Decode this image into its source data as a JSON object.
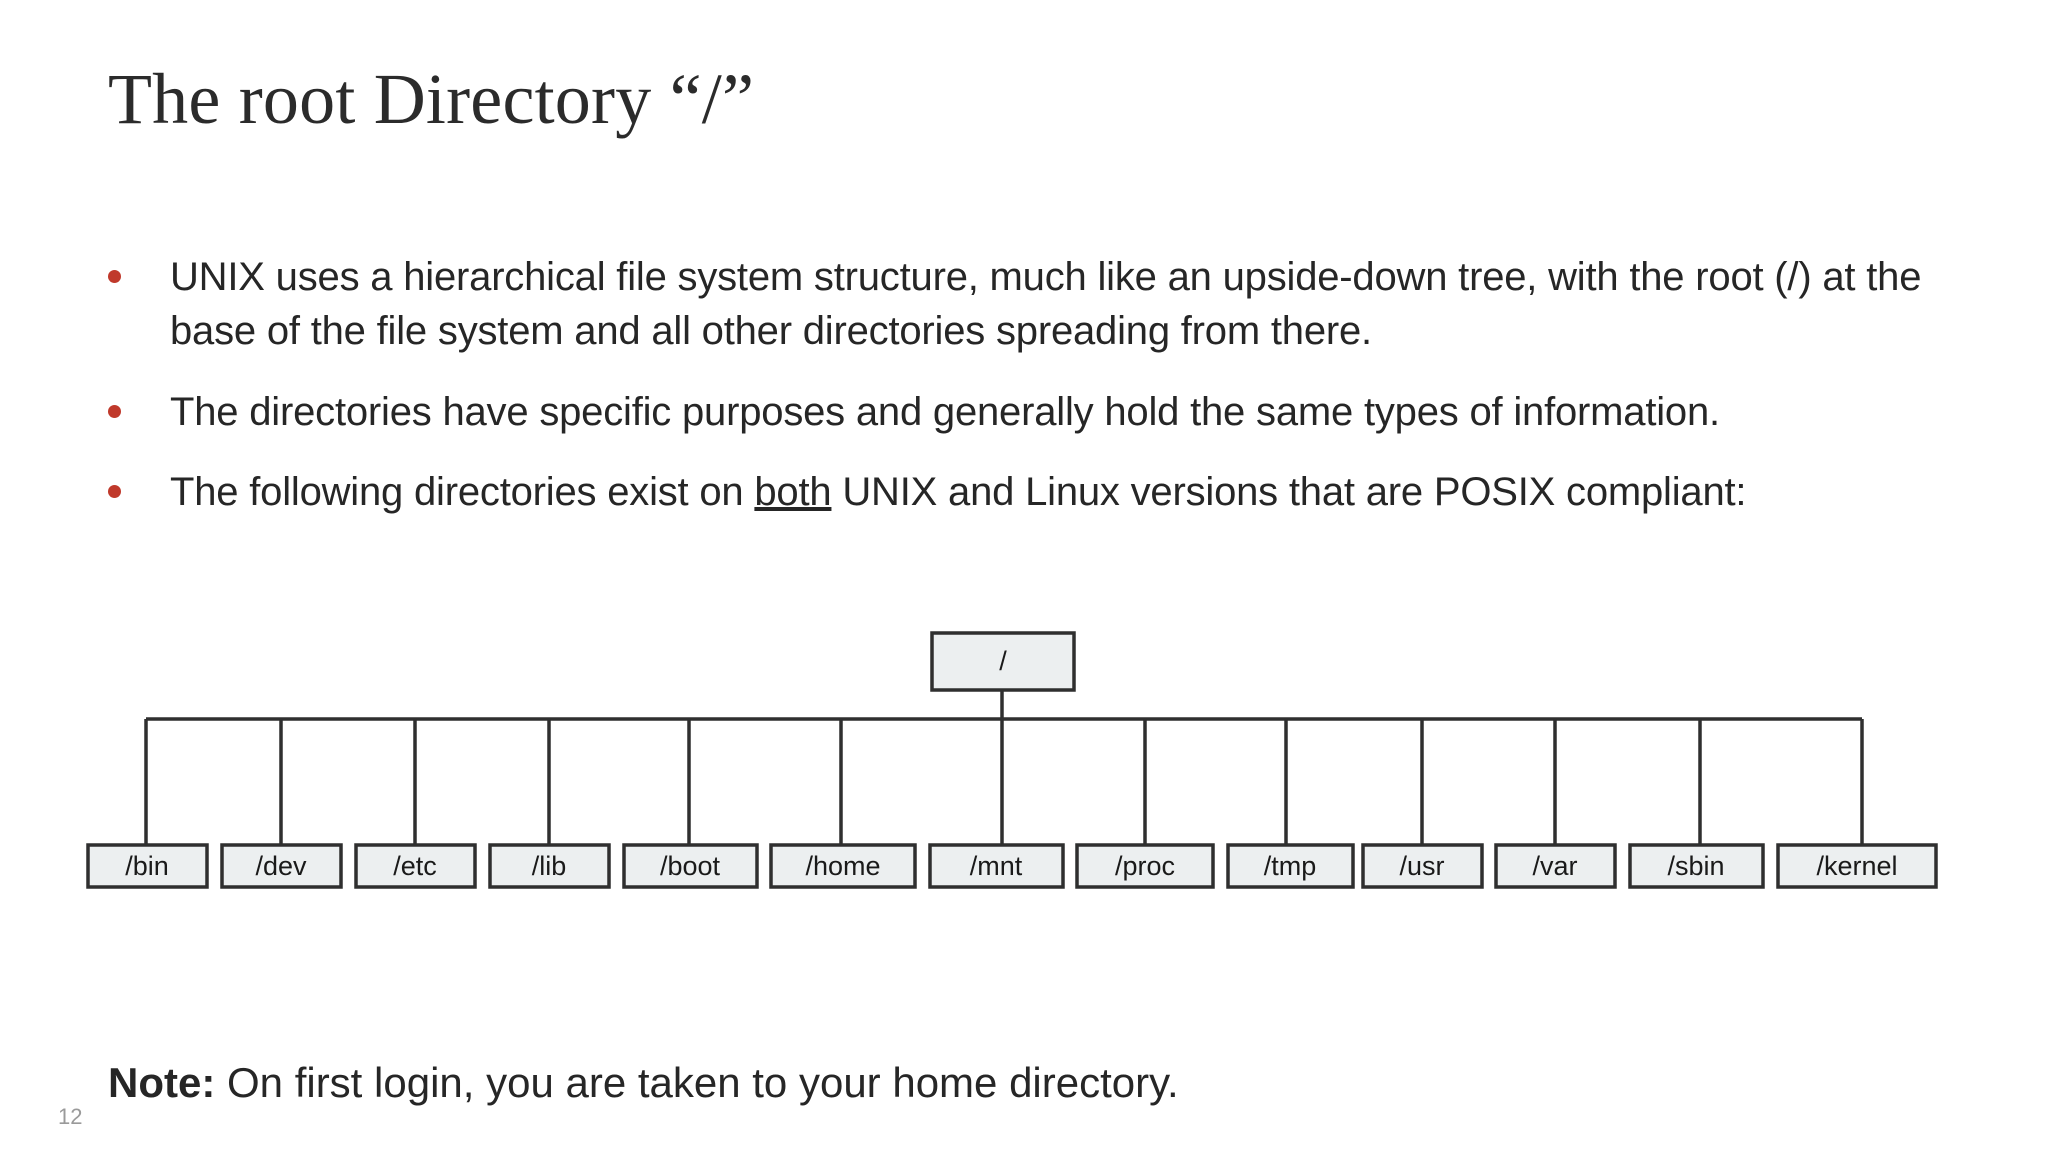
{
  "slide": {
    "title": "The root Directory “/”",
    "page_number": "12",
    "bullets": [
      {
        "text_before": "The following directories exist on ",
        "text": "UNIX uses a hierarchical file system structure, much like an upside-down tree, with the root (/) at the base of the file system and all other directories spreading from there."
      },
      {
        "text": "The directories have specific purposes and generally hold the same types of information."
      },
      {
        "text": "The following directories exist on both UNIX and Linux versions that are POSIX compliant:",
        "pre": "The following directories exist on ",
        "underlined": "both",
        "post": " UNIX and Linux versions that are POSIX compliant:"
      }
    ],
    "note": {
      "label": "Note:",
      "text": " On first login, you are taken to your home directory."
    },
    "bullet_color": "#c0392b",
    "text_color": "#262626"
  },
  "diagram": {
    "type": "tree",
    "root": "/",
    "children": [
      "/bin",
      "/dev",
      "/etc",
      "/lib",
      "/boot",
      "/home",
      "/mnt",
      "/proc",
      "/tmp",
      "/usr",
      "/var",
      "/sbin",
      "/kernel"
    ],
    "box_fill": "#eceff0",
    "box_stroke": "#2f2f2f"
  }
}
